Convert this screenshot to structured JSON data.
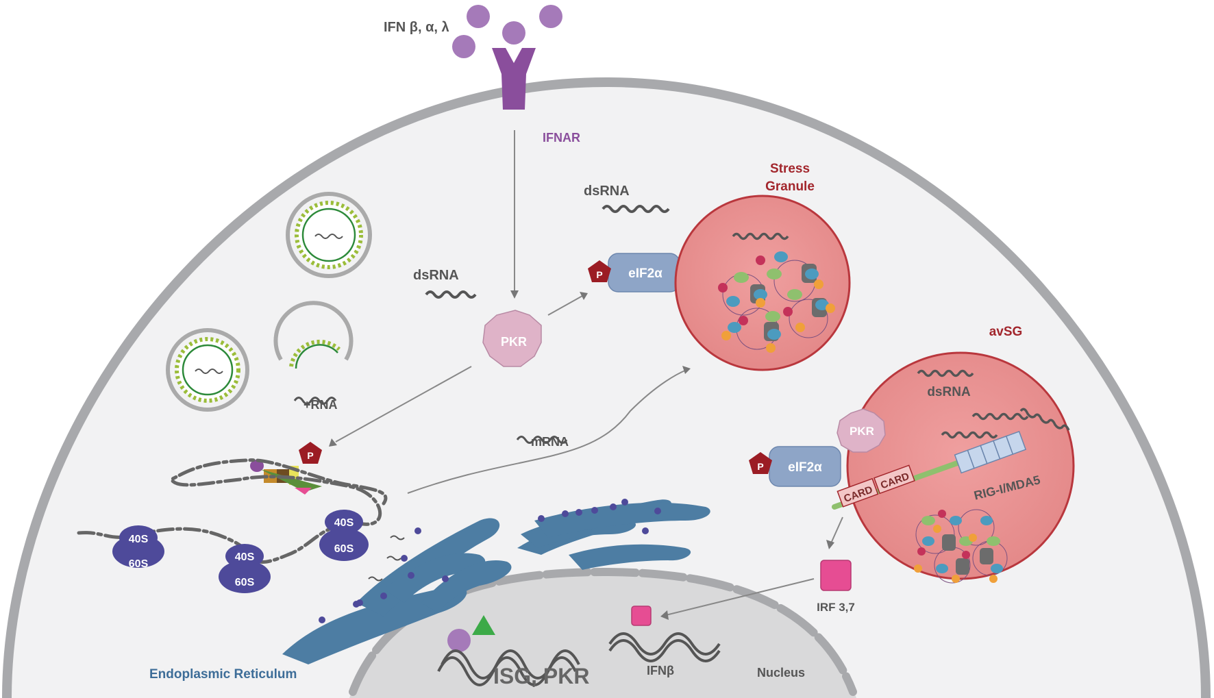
{
  "labels": {
    "ifn": "IFN β, α, λ",
    "ifnar": "IFNAR",
    "dsrna_top": "dsRNA",
    "dsrna_left": "dsRNA",
    "dsrna_avsg": "dsRNA",
    "stress_granule_line1": "Stress",
    "stress_granule_line2": "Granule",
    "avsg": "avSG",
    "pkr_main": "PKR",
    "pkr_avsg": "PKR",
    "eif2a_top": "eIF2α",
    "eif2a_bottom": "eIF2α",
    "p_top": "P",
    "p_mid": "P",
    "p_bottom": "P",
    "plus_rna": "+RNA",
    "mrna": "mRNA",
    "card1": "CARD",
    "card2": "CARD",
    "rig": "RIG-I/MDA5",
    "irf": "IRF 3,7",
    "ifnb": "IFNβ",
    "nucleus": "Nucleus",
    "isg_pkr": "ISG, PKR",
    "er": "Endoplasmic Reticulum",
    "ribo_40s_1": "40S",
    "ribo_60s_1": "60S",
    "ribo_40s_2": "40S",
    "ribo_60s_2": "60S",
    "ribo_40s_3": "40S",
    "ribo_60s_3": "60S"
  },
  "colors": {
    "membrane": "#a8a9ac",
    "cytoplasm": "#f2f2f3",
    "receptor": "#8a4e9c",
    "ifn": "#a57ab9",
    "pkr": "#dfb3c8",
    "eif2a": "#8ea5c7",
    "phospho": "#9b1c24",
    "granule": "#e89696",
    "granule_border": "#b9373d",
    "ribosome": "#4e4a9a",
    "er": "#4d7da3",
    "nucleus": "#d7d7d8",
    "irf": "#e64d93",
    "label_red": "#a2262c",
    "label_purple": "#8a4e9c",
    "label_blue": "#3d6d98",
    "label_gray": "#555555"
  }
}
